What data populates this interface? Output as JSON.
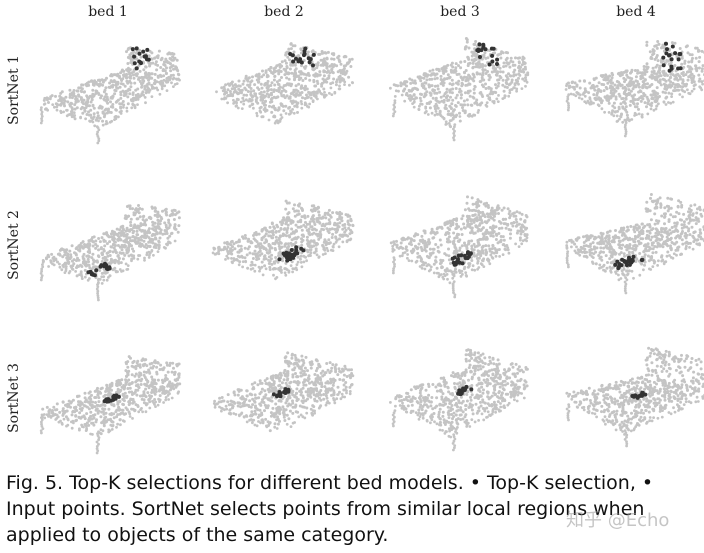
{
  "figure": {
    "columns": [
      "bed 1",
      "bed 2",
      "bed 3",
      "bed 4"
    ],
    "rows": [
      "SortNet 1",
      "SortNet 2",
      "SortNet 3"
    ],
    "colors": {
      "input_point": "#c4c4c4",
      "selected_point": "#333333"
    }
  },
  "caption": {
    "text": "Fig. 5. Top-K selections for different bed models. • Top-K selection, • Input points. SortNet selects points from similar local regions when applied to objects of the same category."
  },
  "watermark": {
    "text": "知乎 @Echo"
  }
}
